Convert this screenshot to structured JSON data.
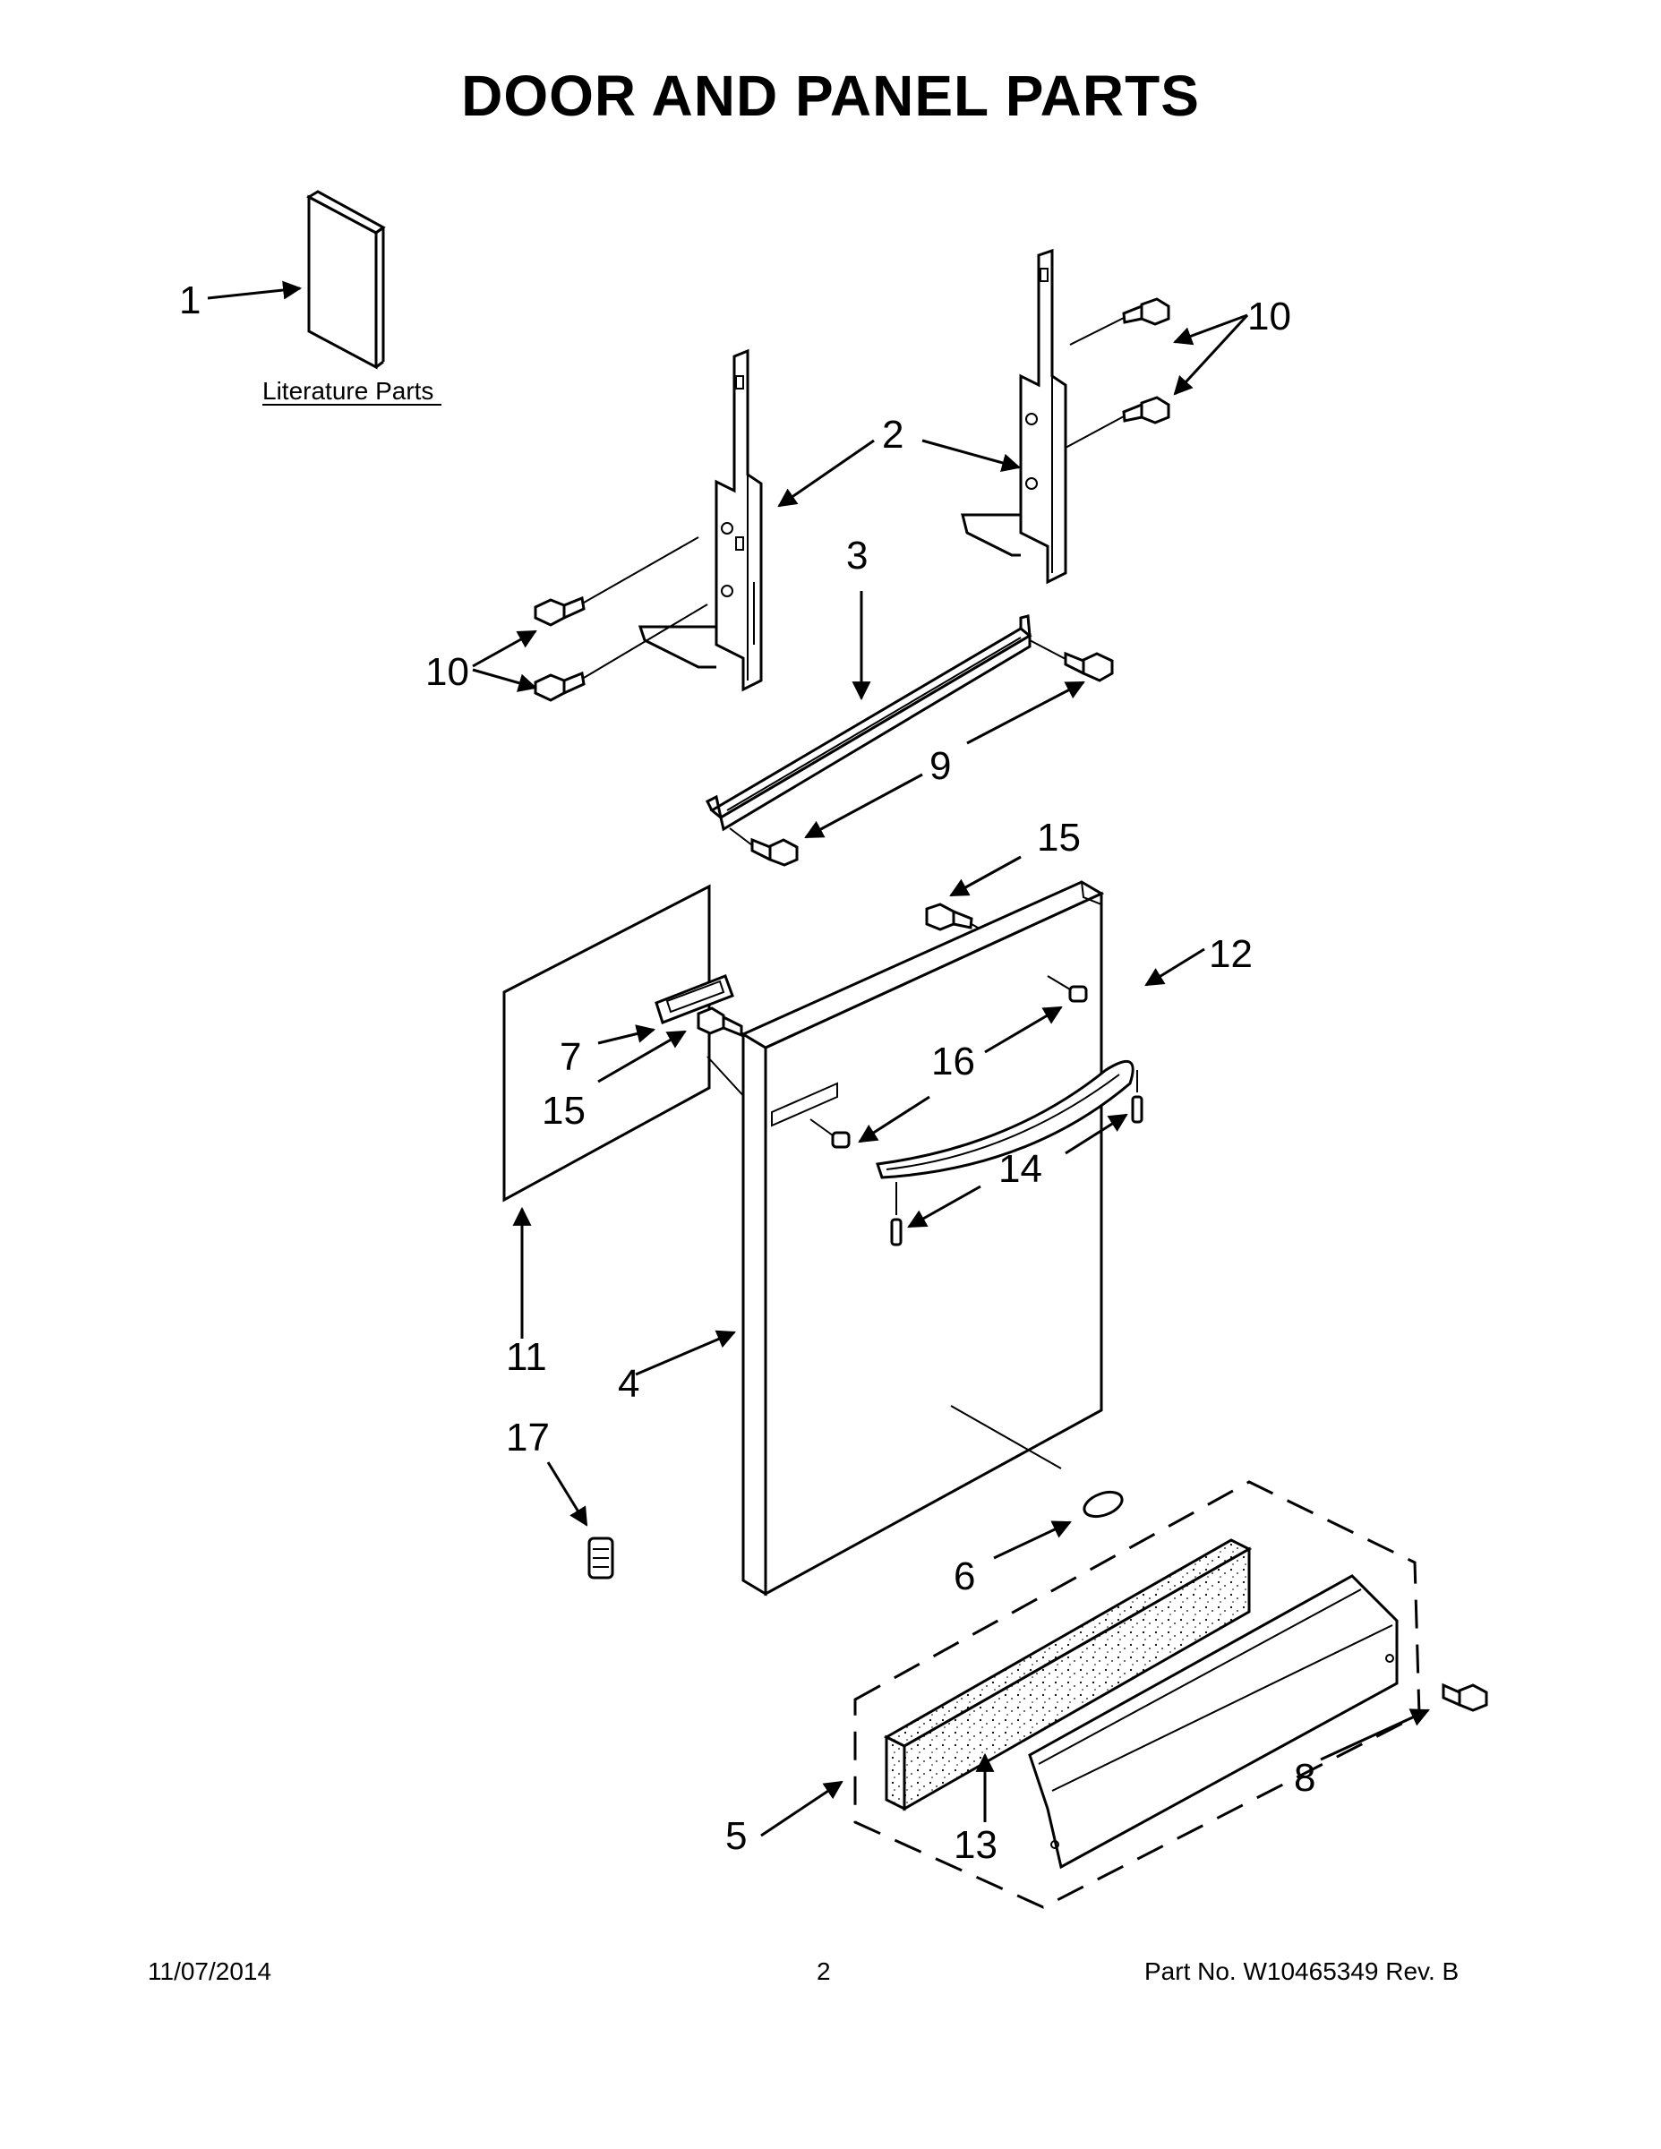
{
  "title": "DOOR AND PANEL PARTS",
  "literature_label": "Literature Parts",
  "callouts": {
    "c1": "1",
    "c2": "2",
    "c3": "3",
    "c4": "4",
    "c5": "5",
    "c6": "6",
    "c7": "7",
    "c8": "8",
    "c9": "9",
    "c10a": "10",
    "c10b": "10",
    "c11": "11",
    "c12": "12",
    "c13": "13",
    "c14": "14",
    "c15a": "15",
    "c15b": "15",
    "c16": "16",
    "c17": "17"
  },
  "footer": {
    "date": "11/07/2014",
    "page": "2",
    "part": "Part No.  W10465349  Rev.  B"
  }
}
